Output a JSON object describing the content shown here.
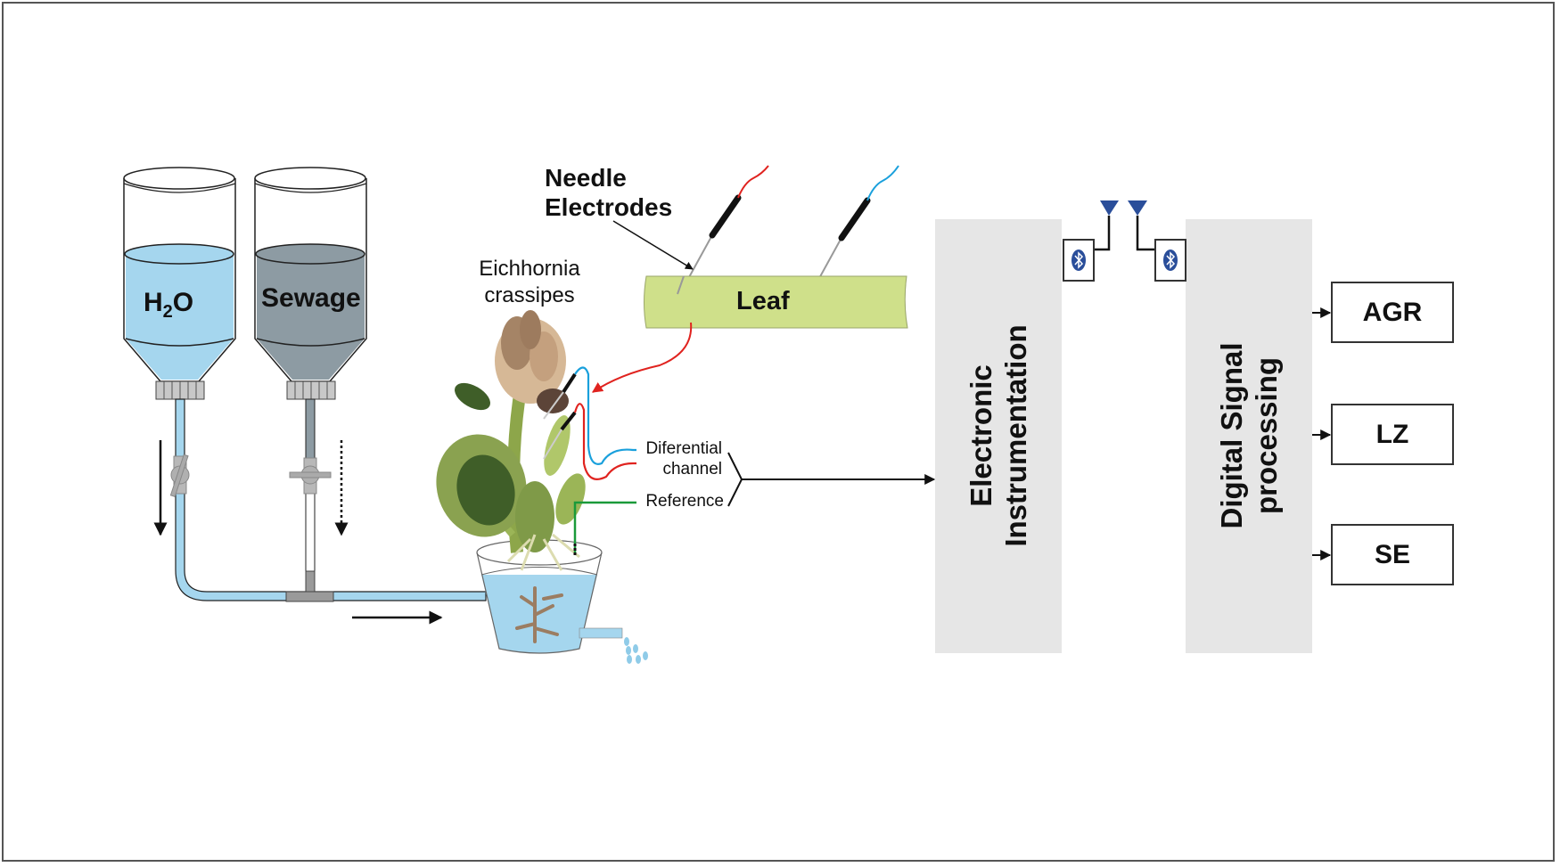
{
  "diagram": {
    "tanks": [
      {
        "label_main": "H",
        "label_sub": "2",
        "label_tail": "O",
        "liquid": "water",
        "color": "#a5d6ee"
      },
      {
        "label_main": "Sewage",
        "liquid": "sewage",
        "color": "#8d9ba3"
      }
    ],
    "plant_label": {
      "line1": "Eichhornia",
      "line2": "crassipes"
    },
    "needle_label": {
      "line1": "Needle",
      "line2": "Electrodes"
    },
    "leaf_label": "Leaf",
    "channels": {
      "differential_line1": "Diferential",
      "differential_line2": "channel",
      "reference": "Reference"
    },
    "blocks": {
      "instrumentation": {
        "line1": "Electronic",
        "line2": "Instrumentation"
      },
      "dsp": {
        "line1": "Digital Signal",
        "line2": "processing"
      }
    },
    "outputs": [
      "AGR",
      "LZ",
      "SE"
    ],
    "wireless_icon": "bluetooth-icon",
    "colors": {
      "water": "#a5d6ee",
      "sewage": "#8d9ba3",
      "leaf": "#cfe08a",
      "block_bg": "#e6e6e6",
      "wire_red": "#e0231f",
      "wire_blue": "#1aa0dc",
      "wire_green": "#1a9a3a",
      "bluetooth": "#2a4e9a"
    }
  }
}
